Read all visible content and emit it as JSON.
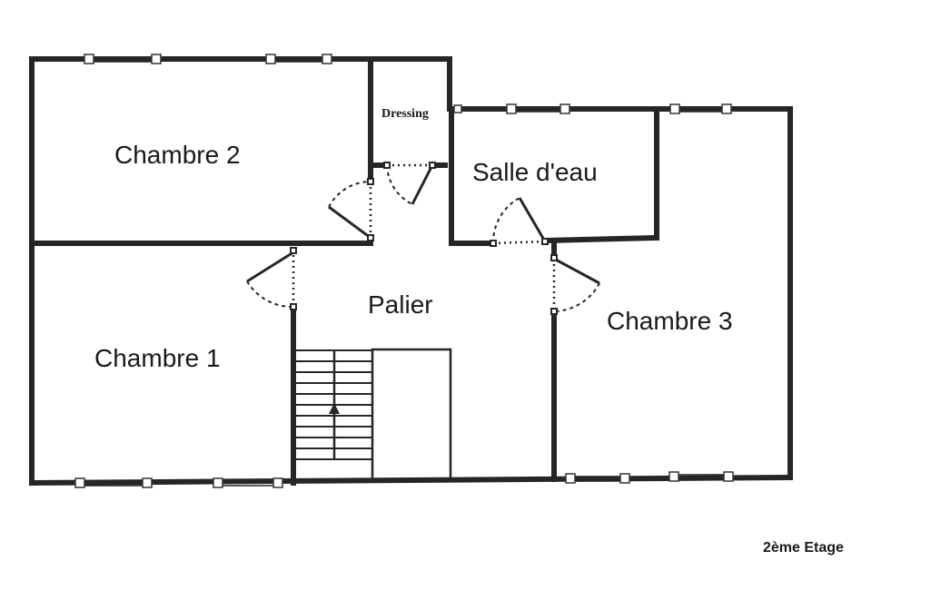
{
  "rooms": {
    "chambre2": "Chambre 2",
    "dressing": "Dressing",
    "salle_deau": "Salle d'eau",
    "palier": "Palier",
    "chambre1": "Chambre 1",
    "chambre3": "Chambre 3"
  },
  "floor_label": "2ème Etage",
  "colors": {
    "walls": "#262626",
    "background": "#ffffff"
  }
}
